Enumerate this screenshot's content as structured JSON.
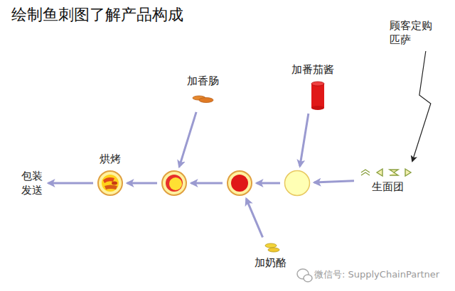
{
  "diagram": {
    "title": "绘制鱼刺图了解产品构成",
    "nodes": [
      {
        "text": [
          "包装发送"
        ]
      },
      {
        "text": [
          "烘烤"
        ]
      },
      {
        "text": []
      },
      {
        "text": [
          "加香肠"
        ]
      },
      {
        "text": []
      },
      {
        "text": [
          "加番茄酱"
        ]
      },
      {
        "text": []
      },
      {
        "text": [
          "顾客定购匹萨"
        ]
      },
      {
        "text": [
          "生面团"
        ]
      },
      {
        "text": [
          "加奶酪"
        ]
      }
    ],
    "edges": [
      {
        "from": 7,
        "to": 8,
        "arrow": "to"
      },
      {
        "from": 8,
        "to": 6,
        "arrow": "to"
      },
      {
        "from": 5,
        "to": 6,
        "arrow": "to"
      },
      {
        "from": 6,
        "to": 4,
        "arrow": "to"
      },
      {
        "from": 9,
        "to": 4,
        "arrow": "to"
      },
      {
        "from": 4,
        "to": 2,
        "arrow": "to"
      },
      {
        "from": 3,
        "to": 2,
        "arrow": "to"
      },
      {
        "from": 2,
        "to": 1,
        "arrow": "to"
      },
      {
        "from": 1,
        "to": 0,
        "arrow": "to"
      }
    ],
    "labels": [
      "微信号: SupplyChainPartner"
    ]
  }
}
